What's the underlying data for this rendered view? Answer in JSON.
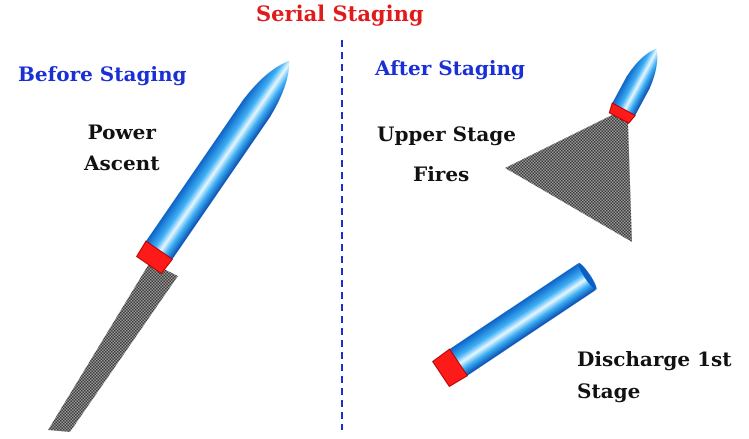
{
  "title": "Serial Staging",
  "before": {
    "heading": "Before Staging",
    "caption_line1": "Power",
    "caption_line2": "Ascent"
  },
  "after": {
    "heading": "After Staging",
    "upper_line1": "Upper Stage",
    "upper_line2": "Fires",
    "discharge_line1": "Discharge 1st",
    "discharge_line2": "Stage"
  },
  "colors": {
    "title": "#e01b1b",
    "heading": "#1a2fd6",
    "divider": "#1a2fd6",
    "body_blue_dark": "#0a5fc4",
    "body_blue_light": "#dff4ff",
    "nozzle": "#ff1a1a",
    "exhaust": "#5a5a5a"
  }
}
